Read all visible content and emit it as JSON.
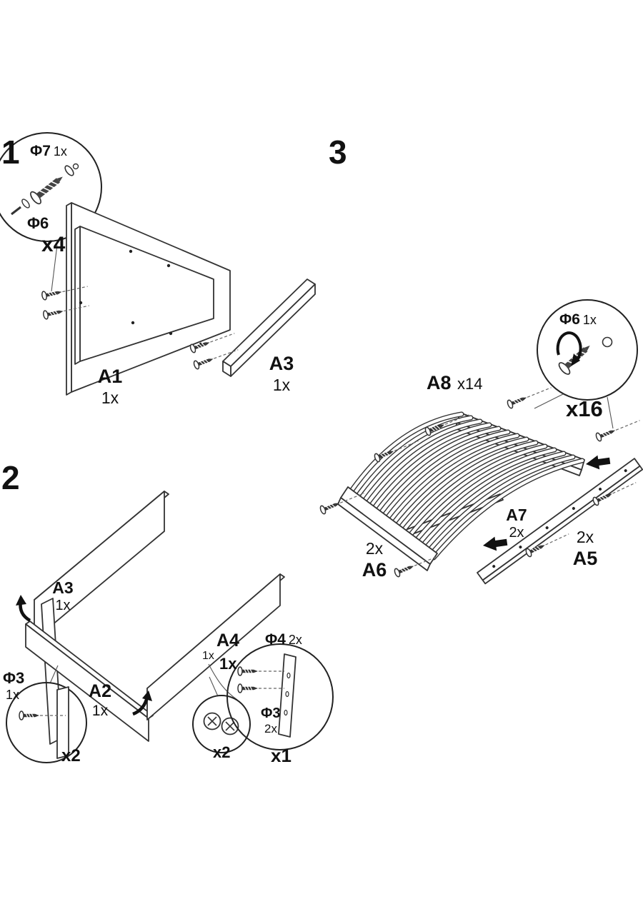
{
  "colors": {
    "ink": "#111111",
    "line": "#333333",
    "background": "#ffffff"
  },
  "step1": {
    "number": "1",
    "callout": {
      "phi7_label": "Φ7",
      "phi7_qty": "1x",
      "phi6_label": "Φ6",
      "screw_count": "x4"
    },
    "part_a1": {
      "name": "A1",
      "qty": "1x"
    },
    "part_a3": {
      "name": "A3",
      "qty": "1x"
    }
  },
  "step2": {
    "number": "2",
    "part_a3": {
      "name": "A3",
      "qty": "1x"
    },
    "part_a4": {
      "name": "A4",
      "qty": "1x",
      "note_qty": "1x"
    },
    "part_a2": {
      "name": "A2",
      "qty": "1x"
    },
    "callout_phi3_left": {
      "label": "Φ3",
      "qty": "1x",
      "screw_count": "x2"
    },
    "callout_camlock": {
      "screw_count": "x2"
    },
    "callout_detail": {
      "phi4_label": "Φ4",
      "phi4_qty": "2x",
      "phi3_label": "Φ3",
      "phi3_qty": "2x",
      "panel_count": "x1"
    }
  },
  "step3": {
    "number": "3",
    "part_a8": {
      "name": "A8",
      "qty": "x14",
      "slat_count": 14
    },
    "callout": {
      "phi6_label": "Φ6",
      "phi6_qty": "1x",
      "screw_count": "x16"
    },
    "part_a7": {
      "name": "A7",
      "qty": "2x"
    },
    "part_a6": {
      "name": "A6",
      "qty": "2x"
    },
    "part_a5": {
      "name": "A5",
      "qty": "2x"
    }
  }
}
